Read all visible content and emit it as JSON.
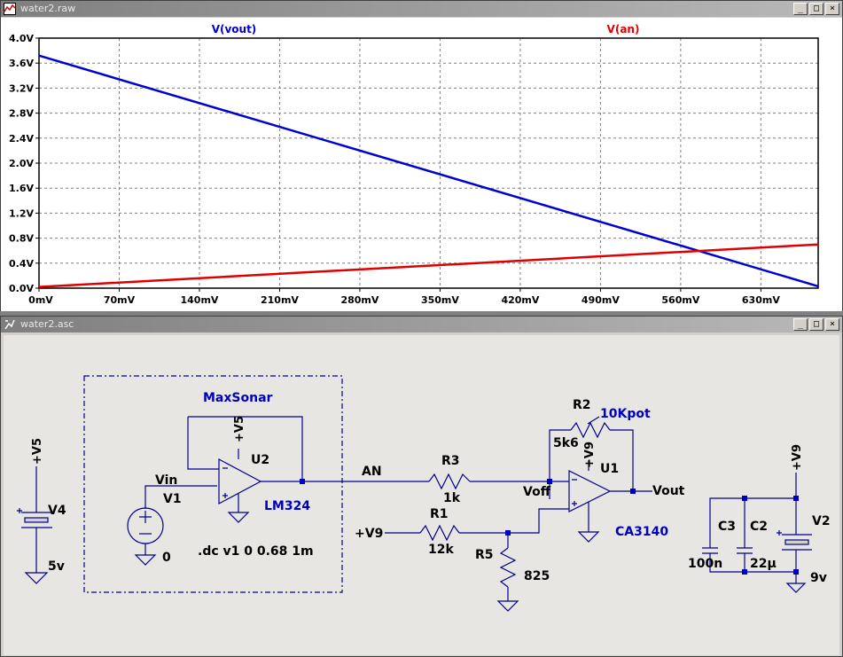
{
  "plot_window": {
    "title": "water2.raw",
    "buttons": {
      "min": "_",
      "max": "□",
      "close": "×"
    }
  },
  "chart_data": {
    "type": "line",
    "series": [
      {
        "name": "V(vout)",
        "color": "#0000d0",
        "x": [
          0,
          680
        ],
        "y": [
          3.72,
          0.03
        ]
      },
      {
        "name": "V(an)",
        "color": "#e00000",
        "x": [
          0,
          680
        ],
        "y": [
          0.02,
          0.7
        ]
      }
    ],
    "x_ticks": [
      "0mV",
      "70mV",
      "140mV",
      "210mV",
      "280mV",
      "350mV",
      "420mV",
      "490mV",
      "560mV",
      "630mV"
    ],
    "x_tick_values": [
      0,
      70,
      140,
      210,
      280,
      350,
      420,
      490,
      560,
      630
    ],
    "y_ticks": [
      "0.0V",
      "0.4V",
      "0.8V",
      "1.2V",
      "1.6V",
      "2.0V",
      "2.4V",
      "2.8V",
      "3.2V",
      "3.6V",
      "4.0V"
    ],
    "y_tick_values": [
      0,
      0.4,
      0.8,
      1.2,
      1.6,
      2.0,
      2.4,
      2.8,
      3.2,
      3.6,
      4.0
    ],
    "xlim": [
      0,
      680
    ],
    "ylim": [
      0,
      4.0
    ],
    "grid": true,
    "background": "#ffffff"
  },
  "schematic_window": {
    "title": "water2.asc",
    "buttons": {
      "min": "_",
      "max": "□",
      "close": "×"
    },
    "wire_color": "#000090",
    "labels": {
      "maxsonar": "MaxSonar",
      "u2_supply": "+V5",
      "u2": "U2",
      "lm324": "LM324",
      "vin": "Vin",
      "v1": "V1",
      "v1_gnd": "0",
      "dc_cmd": ".dc v1 0 0.68 1m",
      "an": "AN",
      "r3": "R3",
      "r3_val": "1k",
      "r1": "R1",
      "r1_val": "12k",
      "v9_in": "+V9",
      "r5": "R5",
      "r5_val": "825",
      "r2": "R2",
      "r2_val": "5k6",
      "pot": "10Kpot",
      "u1_supply": "+V9",
      "u1": "U1",
      "voff": "Voff",
      "vout": "Vout",
      "ca3140": "CA3140",
      "v4_supply": "+V5",
      "v4": "V4",
      "v4_val": "5v",
      "v2_supply": "+V9",
      "c3": "C3",
      "c3_val": "100n",
      "c2": "C2",
      "c2_val": "22µ",
      "v2": "V2",
      "v2_val": "9v"
    }
  }
}
